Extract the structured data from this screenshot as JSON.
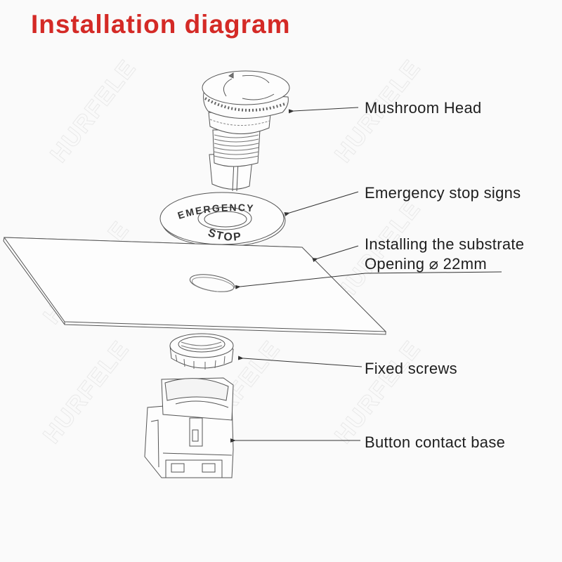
{
  "title": "Installation diagram",
  "colors": {
    "title": "#d42a26",
    "text": "#1e1e1e",
    "line": "#555555",
    "background": "#fafafa"
  },
  "labels": {
    "mushroom_head": "Mushroom Head",
    "emergency_stop_signs": "Emergency stop signs",
    "installing_substrate": "Installing the substrate",
    "opening": "Opening ⌀ 22mm",
    "fixed_screws": "Fixed screws",
    "button_contact_base": "Button contact base"
  },
  "sign_text": {
    "top": "EMERGENCY",
    "bottom": "STOP"
  },
  "watermark": "HURFELE"
}
